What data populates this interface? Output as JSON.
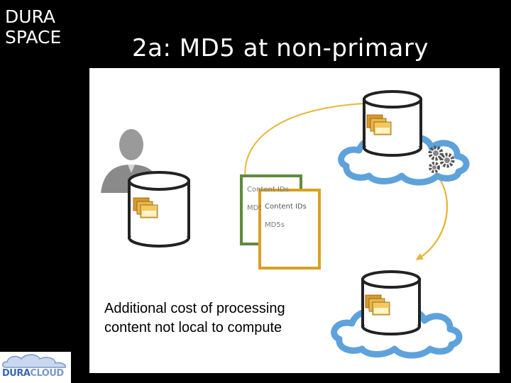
{
  "slide": {
    "title": "2a: MD5 at non-primary",
    "caption_line1": "Additional cost of processing",
    "caption_line2": "content not local to compute"
  },
  "logos": {
    "top_line1": "DURA",
    "top_line2": "SPACE",
    "bottom_part1": "DURA",
    "bottom_part2": "CLOUD"
  },
  "documents": {
    "back_line1": "Content IDs",
    "back_line2": "MD5s",
    "front_line1": "Content IDs",
    "front_line2": "MD5s"
  },
  "colors": {
    "background": "#000000",
    "panel": "#ffffff",
    "arrow": "#e8b43a",
    "cloud": "#5ea2dc",
    "doc_back_border": "#5e8a3c",
    "doc_front_border": "#d9a021",
    "database": "#222222",
    "person": "#8a8a8a",
    "folder": "#e8b64a"
  }
}
